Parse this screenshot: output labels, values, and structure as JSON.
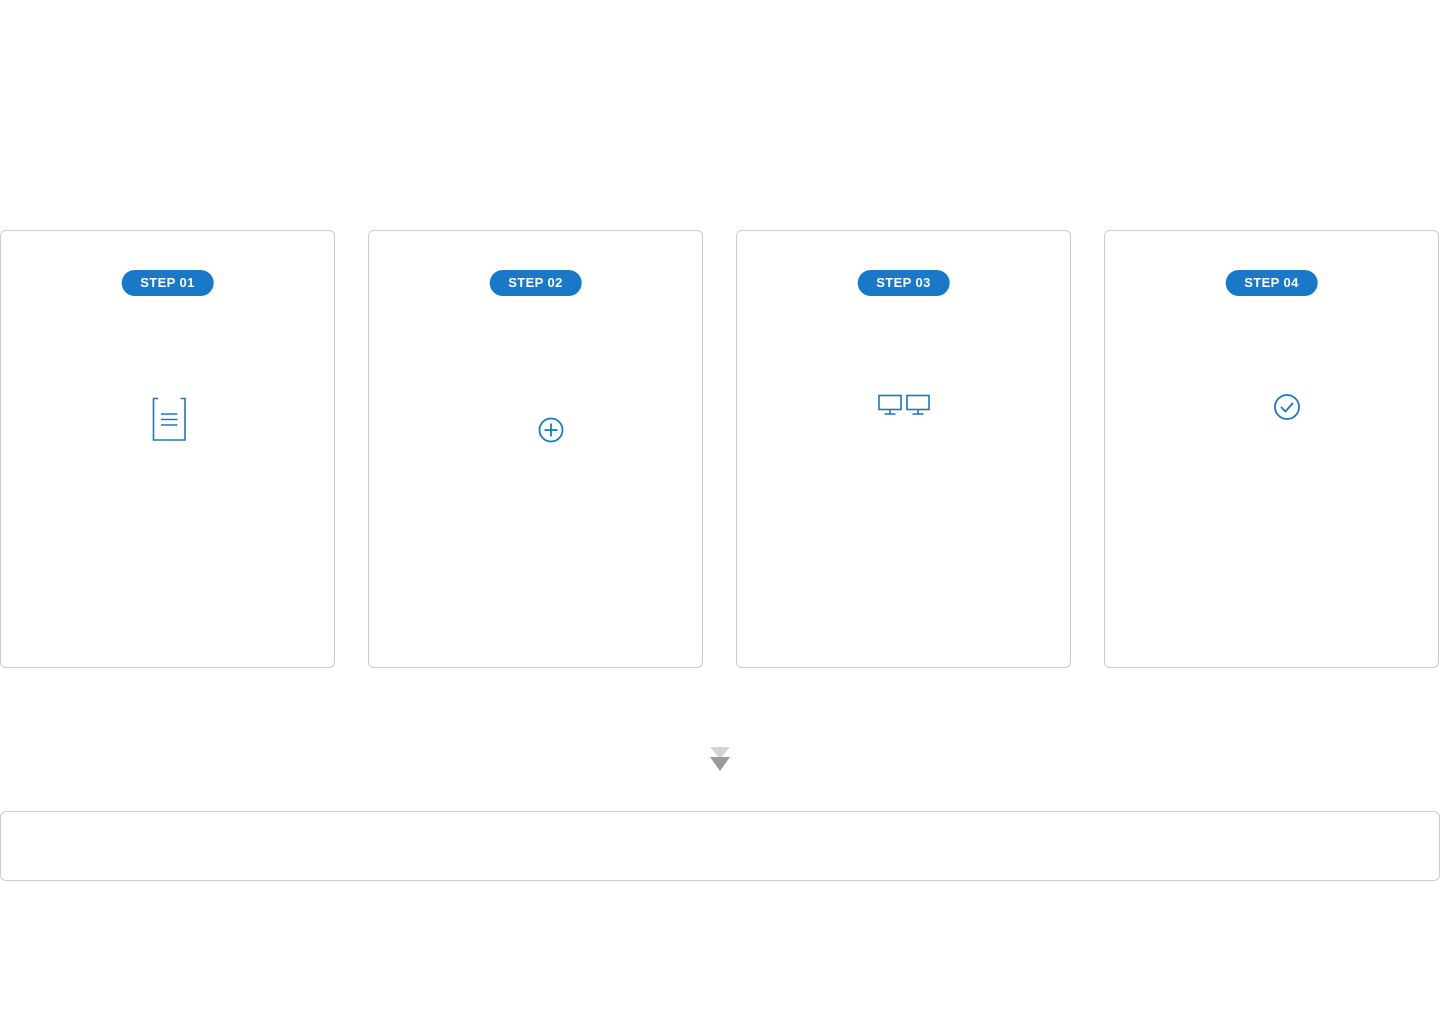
{
  "accent_color": "#1a78c9",
  "steps": [
    {
      "badge": "STEP 01",
      "icon": "document-icon"
    },
    {
      "badge": "STEP 02",
      "icon": "plus-circle-icon"
    },
    {
      "badge": "STEP 03",
      "icon": "dual-monitor-icon"
    },
    {
      "badge": "STEP 04",
      "icon": "check-circle-icon"
    }
  ],
  "connector": {
    "icon": "down-arrow-icon",
    "color": "#9a9a9a"
  }
}
